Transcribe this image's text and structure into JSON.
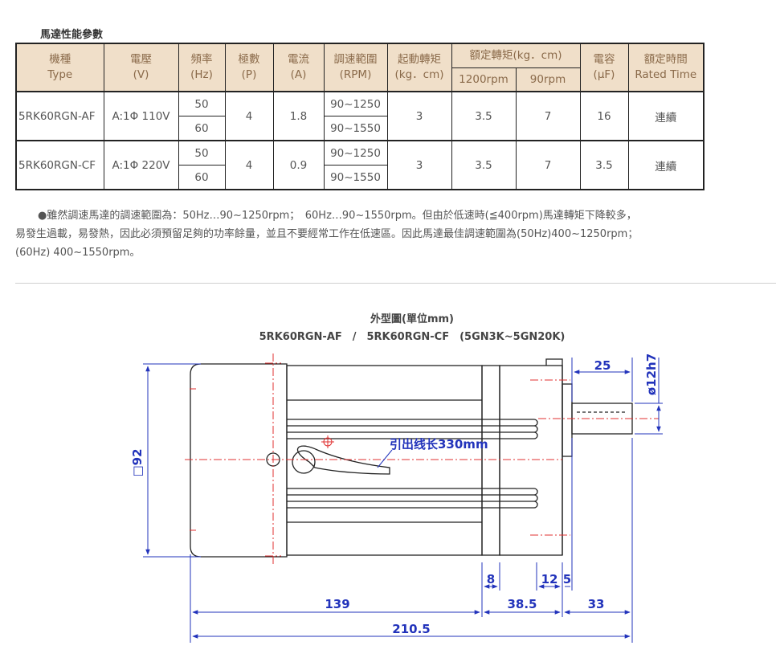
{
  "section_title": "馬達性能參數",
  "table": {
    "headers": {
      "model": [
        "機種",
        "Type"
      ],
      "voltage": [
        "電壓",
        "(V)"
      ],
      "frequency": [
        "頻率",
        "(Hz)"
      ],
      "poles": [
        "極數",
        "(P)"
      ],
      "current": [
        "電流",
        "(A)"
      ],
      "speed_range": [
        "調速範圍",
        "(RPM)"
      ],
      "starting_torque": [
        "起動轉矩",
        "(kg．cm)"
      ],
      "rated_torque": "額定轉矩(kg．cm)",
      "rated_torque_1200": "1200rpm",
      "rated_torque_90": "90rpm",
      "capacitor": [
        "電容",
        "(μF)"
      ],
      "rated_time": [
        "額定時間",
        "Rated Time"
      ]
    },
    "rows": [
      {
        "model": "5RK60RGN-AF",
        "voltage": "A:1Φ 110V",
        "freq_a": "50",
        "freq_b": "60",
        "poles": "4",
        "current": "1.8",
        "speed_a": "90~1250",
        "speed_b": "90~1550",
        "starting_torque": "3",
        "torque_1200": "3.5",
        "torque_90": "7",
        "capacitor": "16",
        "rated_time": "連續"
      },
      {
        "model": "5RK60RGN-CF",
        "voltage": "A:1Φ 220V",
        "freq_a": "50",
        "freq_b": "60",
        "poles": "4",
        "current": "0.9",
        "speed_a": "90~1250",
        "speed_b": "90~1550",
        "starting_torque": "3",
        "torque_1200": "3.5",
        "torque_90": "7",
        "capacitor": "3.5",
        "rated_time": "連續"
      }
    ]
  },
  "note": {
    "line1": "●雖然調速馬達的調速範圍為：50Hz…90~1250rpm；　60Hz…90~1550rpm。但由於低速時(≦400rpm)馬達轉矩下降較多，",
    "line2": "易發生過載，易發熱，因此必須預留足夠的功率餘量，並且不要經常工作在低速區。因此馬達最佳調速範圍為(50Hz)400~1250rpm；",
    "line3": "(60Hz) 400~1550rpm。"
  },
  "drawing": {
    "title": "外型圖(單位mm)",
    "subtitle": "5RK60RGN-AF　/　5RK60RGN-CF　(5GN3K~5GN20K)",
    "lead_wire_label": "引出线长330mm",
    "dims": {
      "square": "□92",
      "shaft_dia": "ø12h7",
      "shaft_len": "25",
      "d8": "8",
      "d12": "12",
      "d5": "5",
      "d139": "139",
      "d38_5": "38.5",
      "d33": "33",
      "d210_5": "210.5"
    },
    "colors": {
      "line": "#222222",
      "dimension": "#2233bb",
      "center": "#e03030"
    }
  }
}
